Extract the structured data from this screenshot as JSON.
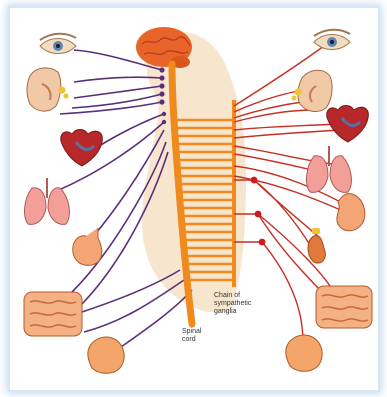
{
  "figure": {
    "labels": {
      "chain": "Chain of",
      "sympathetic": "sympathetic",
      "ganglia": "ganglia",
      "spinal": "Spinal",
      "cord": "cord"
    },
    "colors": {
      "parasympathetic_nerve": "#5a2e7a",
      "sympathetic_nerve": "#c62f22",
      "spinal_cord": "#f08a1c",
      "brain": "#e8642a",
      "ganglion_dot": "#d11b1b",
      "body_silhouette": "#f6e2c4"
    }
  }
}
